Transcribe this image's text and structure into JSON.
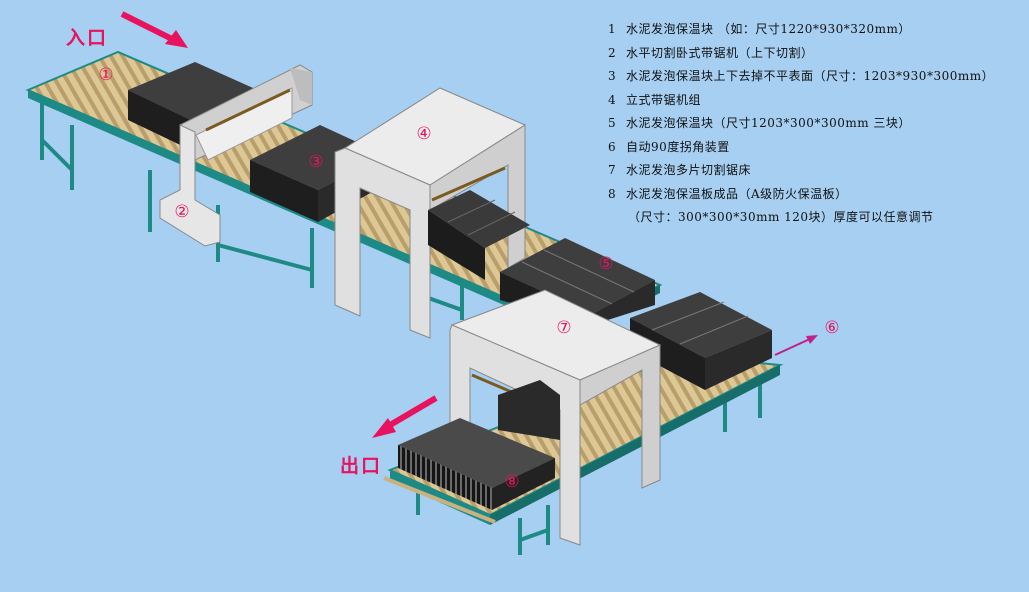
{
  "labels": {
    "entrance": "入口",
    "exit": "出口"
  },
  "markers": [
    "①",
    "②",
    "③",
    "④",
    "⑤",
    "⑥",
    "⑦",
    "⑧"
  ],
  "legend": [
    {
      "num": "1",
      "text": "水泥发泡保温块  （如：尺寸1220*930*320mm）"
    },
    {
      "num": "2",
      "text": "水平切割卧式带锯机（上下切割）"
    },
    {
      "num": "3",
      "text": "水泥发泡保温块上下去掉不平表面（尺寸：1203*930*300mm）"
    },
    {
      "num": "4",
      "text": "立式带锯机组"
    },
    {
      "num": "5",
      "text": "水泥发泡保温块（尺寸1203*300*300mm 三块）"
    },
    {
      "num": "6",
      "text": "自动90度拐角装置"
    },
    {
      "num": "7",
      "text": "水泥发泡多片切割锯床"
    },
    {
      "num": "8",
      "text": "水泥发泡保温板成品（A级防火保温板）"
    }
  ],
  "legend_note": "（尺寸：300*300*30mm 120块）厚度可以任意调节",
  "colors": {
    "background": "#a6cff2",
    "frame": "#1e8a86",
    "roller": "#c9b27f",
    "block": "#2b2b2b",
    "housing": "#e2e2e2",
    "accent": "#e8125e",
    "direction_arrow": "#c0208a"
  }
}
